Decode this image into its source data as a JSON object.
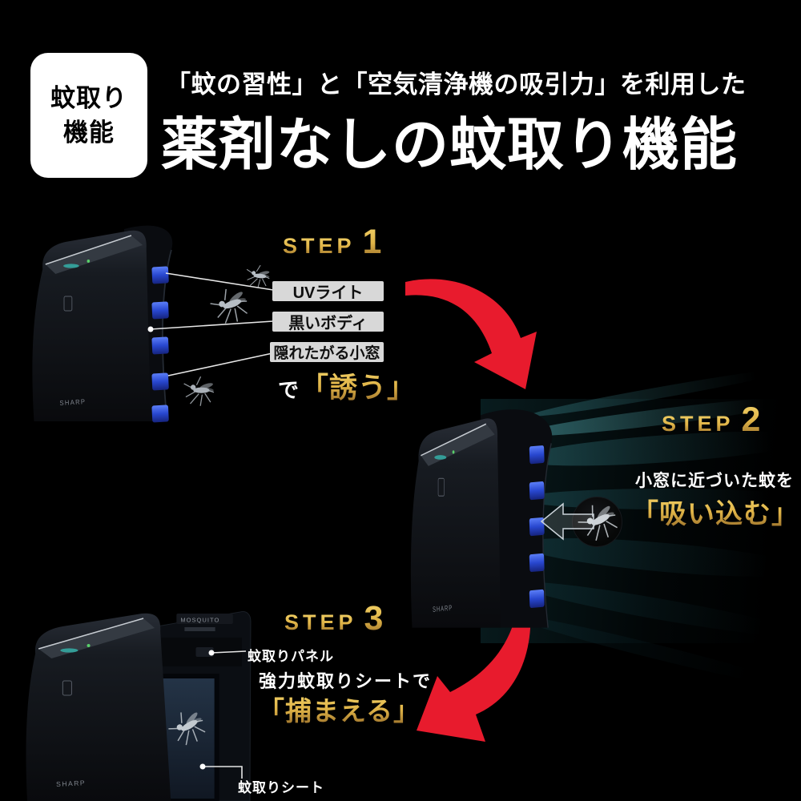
{
  "badge": {
    "line1": "蚊取り",
    "line2": "機能"
  },
  "header": {
    "subtitle": "「蚊の習性」と「空気清浄機の吸引力」を利用した",
    "title": "薬剤なしの蚊取り機能"
  },
  "step1": {
    "label": "STEP",
    "number": "1",
    "callout_uv": "UVライト",
    "callout_body": "黒いボディ",
    "callout_window": "隠れたがる小窓",
    "action_prefix": "で",
    "action": "「誘う」"
  },
  "step2": {
    "label": "STEP",
    "number": "2",
    "description": "小窓に近づいた蚊を",
    "action": "「吸い込む」"
  },
  "step3": {
    "label": "STEP",
    "number": "3",
    "panel_label": "蚊取りパネル",
    "description": "強力蚊取りシートで",
    "action": "「捕まえる」",
    "sheet_label": "蚊取りシート"
  },
  "product": {
    "brand": "SHARP",
    "panel_text": "MOSQUITO"
  },
  "colors": {
    "background": "#000000",
    "gold": "#d9ae45",
    "red": "#e81b2d",
    "window_blue": "#2b50d8",
    "airflow_teal": "#1d6068",
    "callout_bg": "#d8d8d8"
  }
}
